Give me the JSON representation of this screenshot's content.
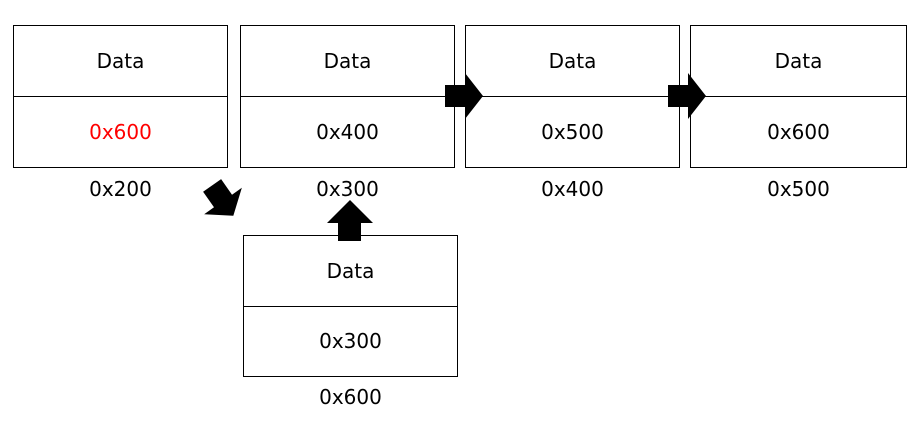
{
  "diagram": {
    "type": "linked-list-insertion",
    "colors": {
      "highlight": "#ff0000",
      "line": "#000000",
      "background": "#ffffff"
    },
    "nodes": [
      {
        "id": "node-0x200",
        "data_label": "Data",
        "pointer": "0x600",
        "pointer_highlighted": true,
        "address_label": "0x200"
      },
      {
        "id": "node-0x300",
        "data_label": "Data",
        "pointer": "0x400",
        "pointer_highlighted": false,
        "address_label": "0x300"
      },
      {
        "id": "node-0x400",
        "data_label": "Data",
        "pointer": "0x500",
        "pointer_highlighted": false,
        "address_label": "0x400"
      },
      {
        "id": "node-0x500",
        "data_label": "Data",
        "pointer": "0x600",
        "pointer_highlighted": false,
        "address_label": "0x500"
      },
      {
        "id": "node-0x600",
        "data_label": "Data",
        "pointer": "0x300",
        "pointer_highlighted": false,
        "address_label": "0x600"
      }
    ],
    "arrows": [
      {
        "from": "0x200",
        "to": "0x600",
        "direction": "down-right"
      },
      {
        "from": "0x600",
        "to": "0x300",
        "direction": "up"
      },
      {
        "from": "0x300",
        "to": "0x400",
        "direction": "right"
      },
      {
        "from": "0x400",
        "to": "0x500",
        "direction": "right"
      }
    ]
  }
}
